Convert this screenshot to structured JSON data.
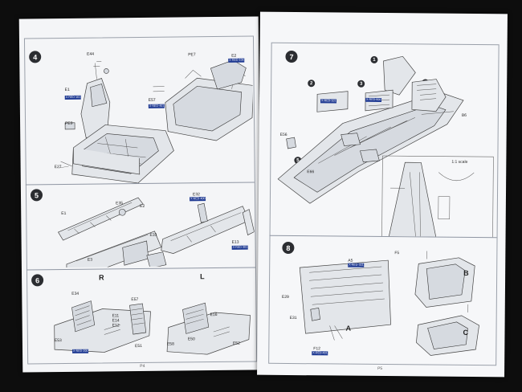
{
  "left_page": {
    "page_number": "P4",
    "steps": [
      {
        "number": "4"
      },
      {
        "number": "5"
      },
      {
        "number": "6",
        "sides": [
          "R",
          "L"
        ]
      }
    ],
    "part_labels_step4": [
      "E44",
      "E1",
      "PE7",
      "E27",
      "PE9",
      "E57",
      "E2"
    ],
    "part_labels_step5": [
      "E1",
      "E35",
      "E2",
      "E32",
      "E33",
      "E13",
      "E3"
    ],
    "part_labels_step6": [
      "E34",
      "E57",
      "E11",
      "E14",
      "E12",
      "E53",
      "E51",
      "E58",
      "E50",
      "E16",
      "E52"
    ],
    "tags": [
      "X-RED-101",
      "X-RED-106",
      "X-RED-401",
      "X-RED-400",
      "X-RED-301",
      "X-RED-200"
    ]
  },
  "right_page": {
    "page_number": "P5",
    "steps": [
      {
        "number": "7",
        "sub_badges": [
          "1",
          "2",
          "3",
          "4",
          "5"
        ]
      },
      {
        "number": "8",
        "sub_labels": [
          "A",
          "B",
          "C"
        ]
      }
    ],
    "inset_label": "1:1 scale",
    "part_labels_step7": [
      "B6",
      "E56",
      "E66"
    ],
    "part_labels_step8": [
      "E29",
      "A5",
      "E31",
      "F12",
      "F5"
    ],
    "tags": [
      "X-RED-101",
      "X-RED-600",
      "X-RED-301",
      "X-RED-401"
    ]
  }
}
